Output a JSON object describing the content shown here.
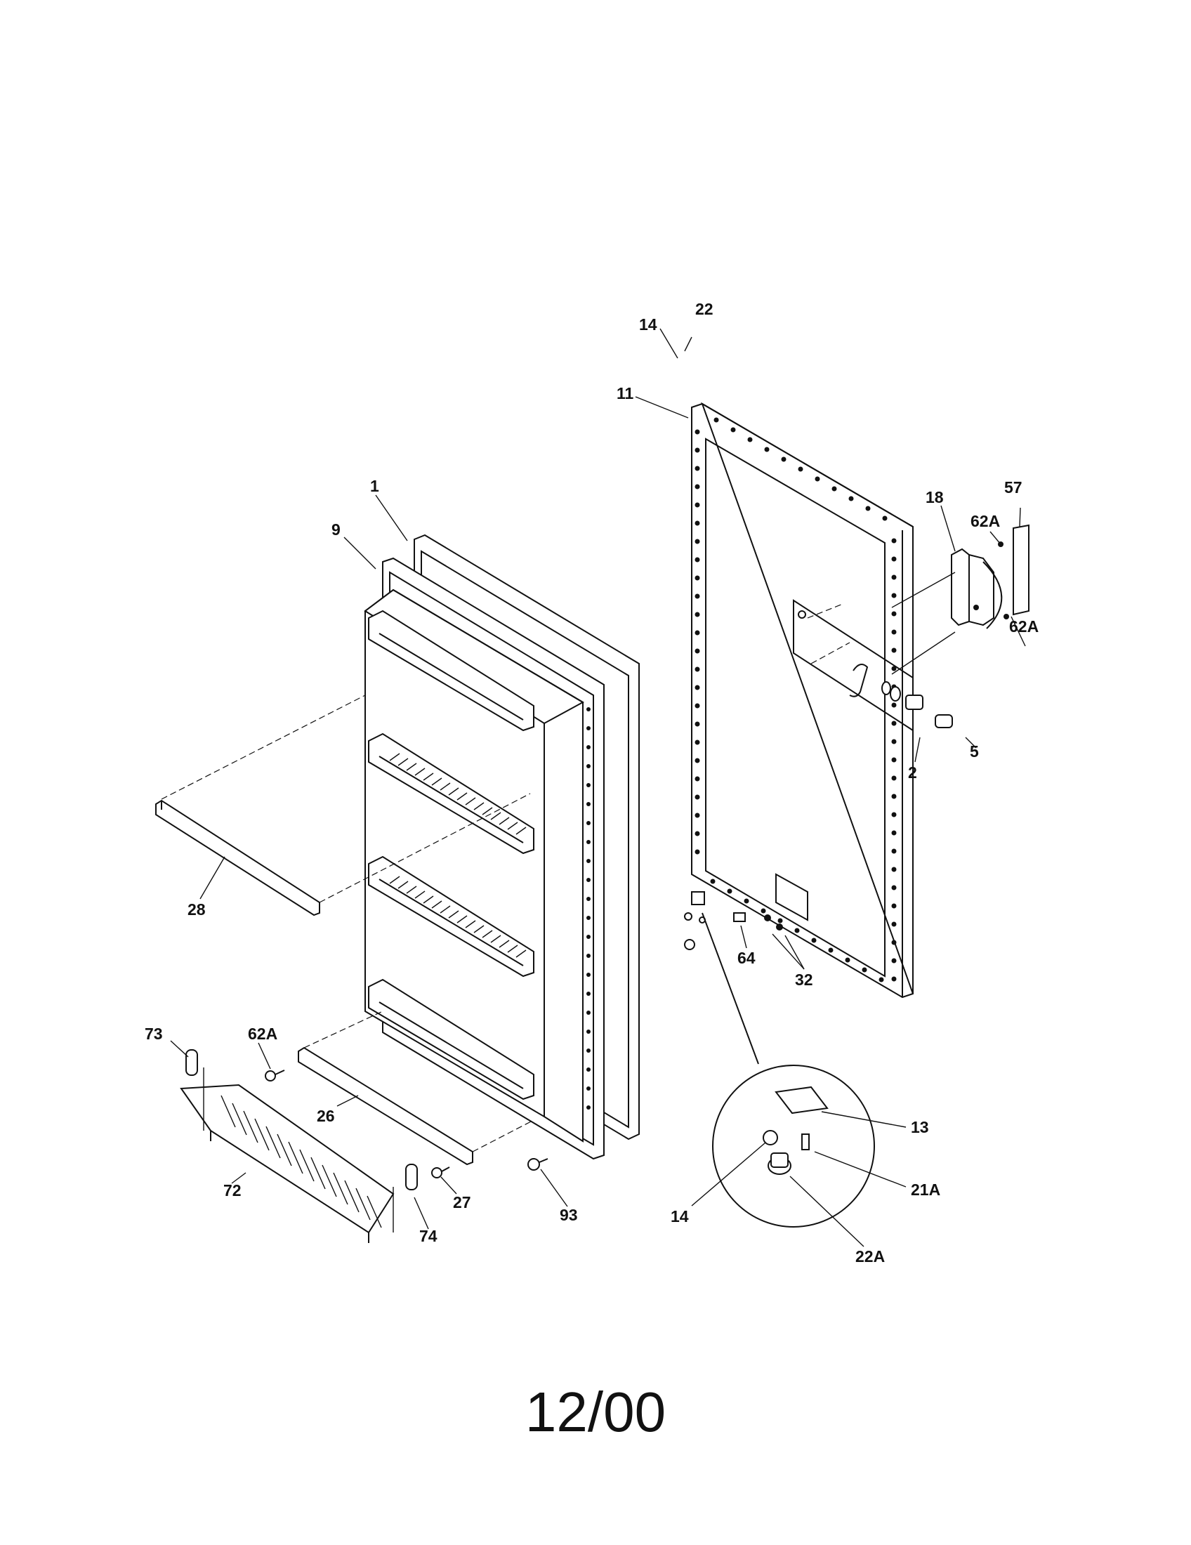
{
  "diagram": {
    "date_code": "12/00",
    "part_labels": [
      "22",
      "14",
      "11",
      "1",
      "9",
      "18",
      "62A",
      "57",
      "62A",
      "5",
      "2",
      "28",
      "64",
      "32",
      "73",
      "62A",
      "26",
      "13",
      "21A",
      "14",
      "22A",
      "72",
      "74",
      "27",
      "93"
    ]
  }
}
